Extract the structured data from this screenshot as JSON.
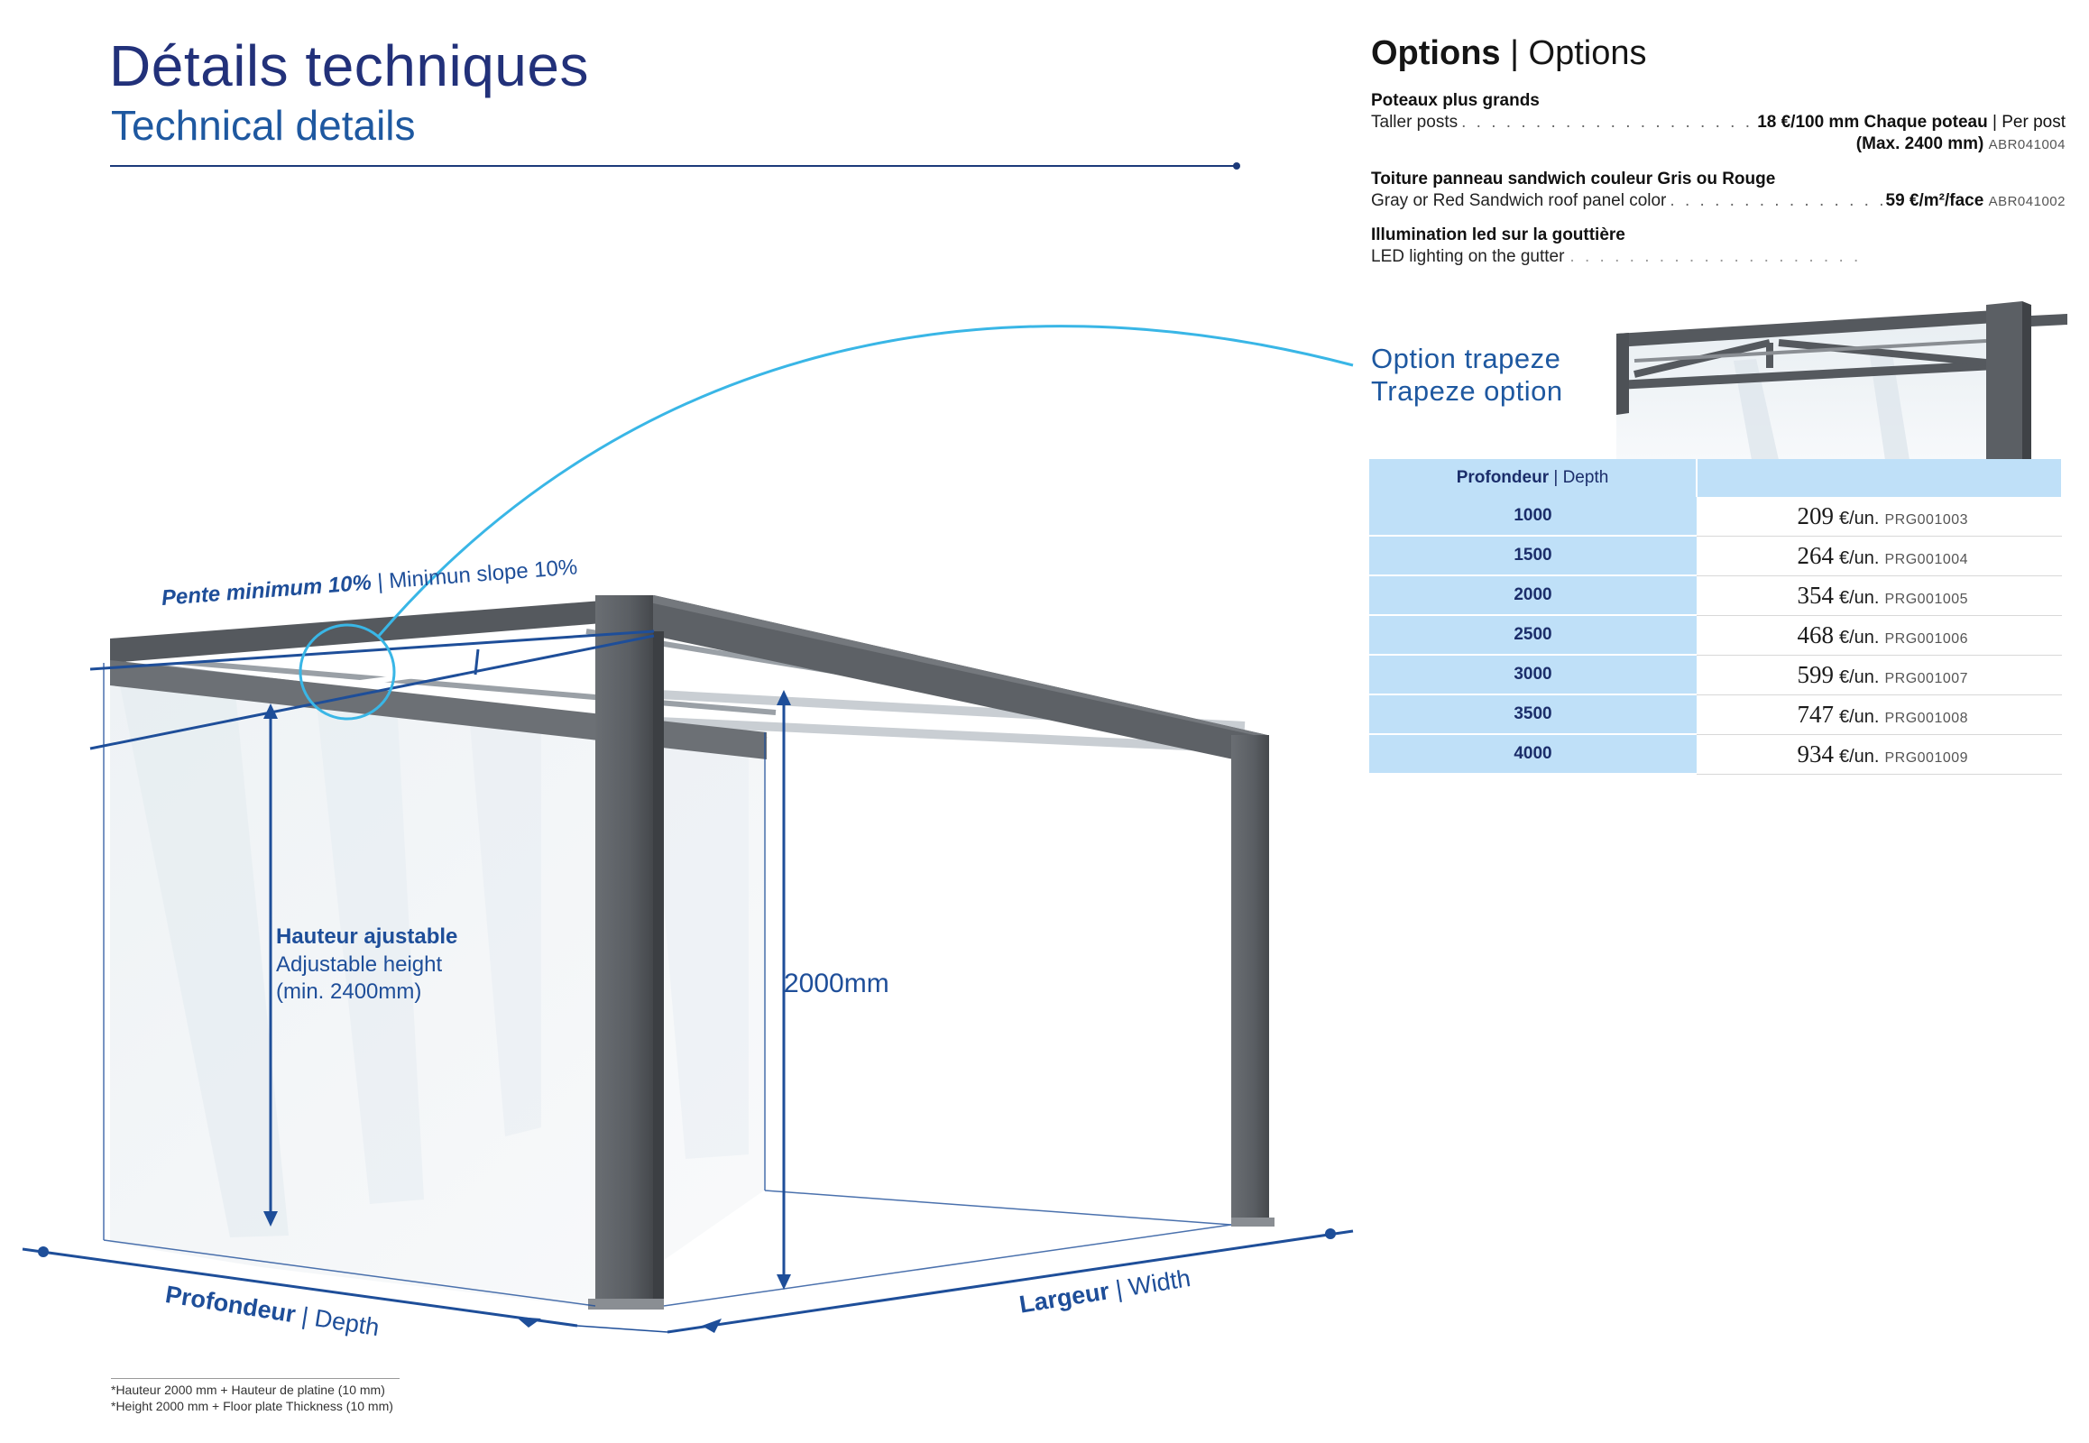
{
  "header": {
    "title_fr": "Détails techniques",
    "title_en": "Technical details"
  },
  "options": {
    "heading_bold": "Options",
    "heading_light": " | Options",
    "items": [
      {
        "label_fr": "Poteaux plus grands",
        "label_en": "Taller posts",
        "price": "18 €/100 mm Chaque poteau",
        "price_suffix": " | Per post",
        "price_line2": "(Max. 2400 mm)",
        "ref": "ABR041004"
      },
      {
        "label_fr": "Toiture panneau sandwich couleur Gris ou Rouge",
        "label_en": "Gray or Red Sandwich roof panel color",
        "price": "59 €/m²/face",
        "ref": "ABR041002"
      },
      {
        "label_fr": "Illumination led sur la gouttière",
        "label_en": "LED lighting on the gutter"
      }
    ]
  },
  "trapeze": {
    "title_fr": "Option trapeze",
    "title_en": "Trapeze option"
  },
  "price_table": {
    "header_bold": "Profondeur",
    "header_light": " | Depth",
    "unit": "€/un.",
    "rows": [
      {
        "depth": "1000",
        "price": "209",
        "ref": "PRG001003"
      },
      {
        "depth": "1500",
        "price": "264",
        "ref": "PRG001004"
      },
      {
        "depth": "2000",
        "price": "354",
        "ref": "PRG001005"
      },
      {
        "depth": "2500",
        "price": "468",
        "ref": "PRG001006"
      },
      {
        "depth": "3000",
        "price": "599",
        "ref": "PRG001007"
      },
      {
        "depth": "3500",
        "price": "747",
        "ref": "PRG001008"
      },
      {
        "depth": "4000",
        "price": "934",
        "ref": "PRG001009"
      }
    ]
  },
  "diagram": {
    "slope_bold": "Pente minimum 10%",
    "slope_light": " | Minimun slope 10%",
    "height_fr": "Hauteur ajustable",
    "height_en_1": "Adjustable height",
    "height_en_2": "(min. 2400mm)",
    "dim_height": "2000mm",
    "depth_bold": "Profondeur",
    "depth_light": " | Depth",
    "width_bold": "Largeur",
    "width_light": " | Width"
  },
  "footnote": {
    "line1": "*Hauteur 2000 mm + Hauteur de platine (10 mm)",
    "line2": "*Height 2000 mm + Floor plate Thickness (10 mm)"
  },
  "colors": {
    "title_navy": "#22317a",
    "accent_blue": "#1e58a0",
    "table_blue": "#bfe0f8",
    "frame_gray": "#5d6066",
    "arc_blue": "#39b6e6"
  }
}
